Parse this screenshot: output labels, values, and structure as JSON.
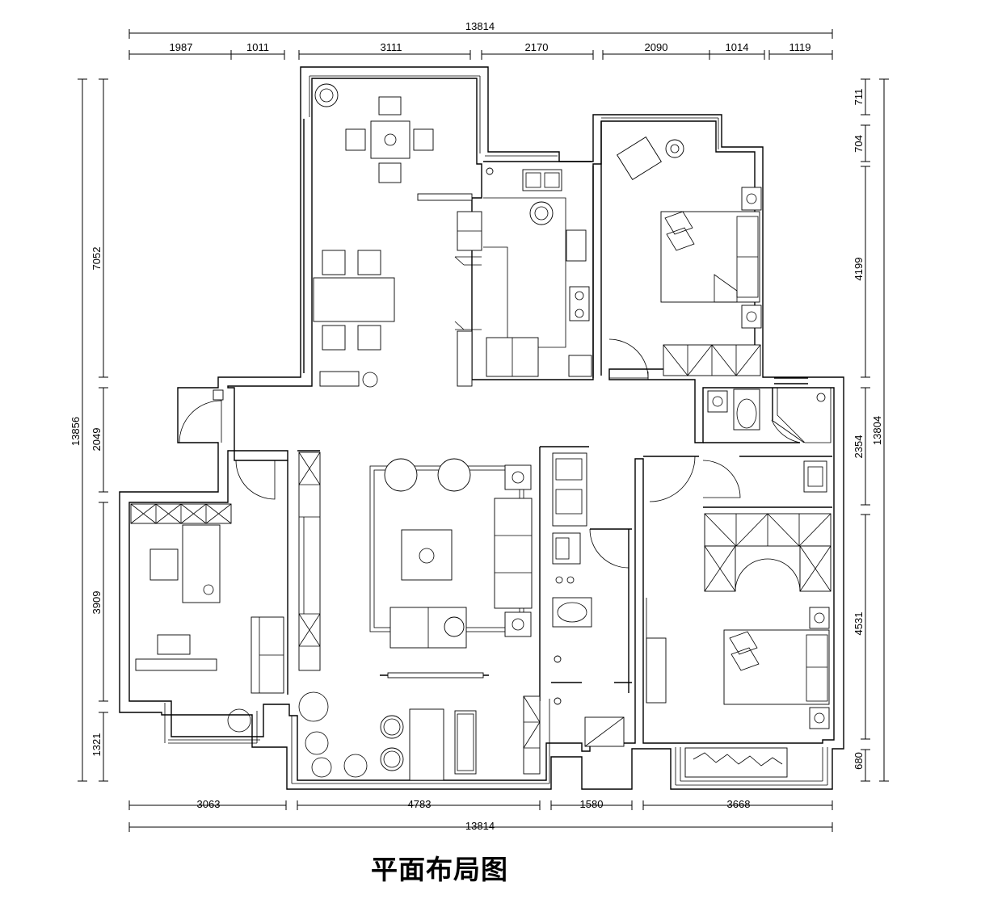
{
  "title": "平面布局图",
  "dimensions": {
    "top_total": "13814",
    "top": [
      "1987",
      "1011",
      "3111",
      "2170",
      "2090",
      "1014",
      "1119"
    ],
    "bottom": [
      "3063",
      "4783",
      "1580",
      "3668"
    ],
    "bottom_total": "13814",
    "left": [
      "7052",
      "2049",
      "3909",
      "1321"
    ],
    "left_total": "13856",
    "right": [
      "711",
      "704",
      "4199",
      "2354",
      "4531",
      "680"
    ],
    "right_total": "13804"
  }
}
